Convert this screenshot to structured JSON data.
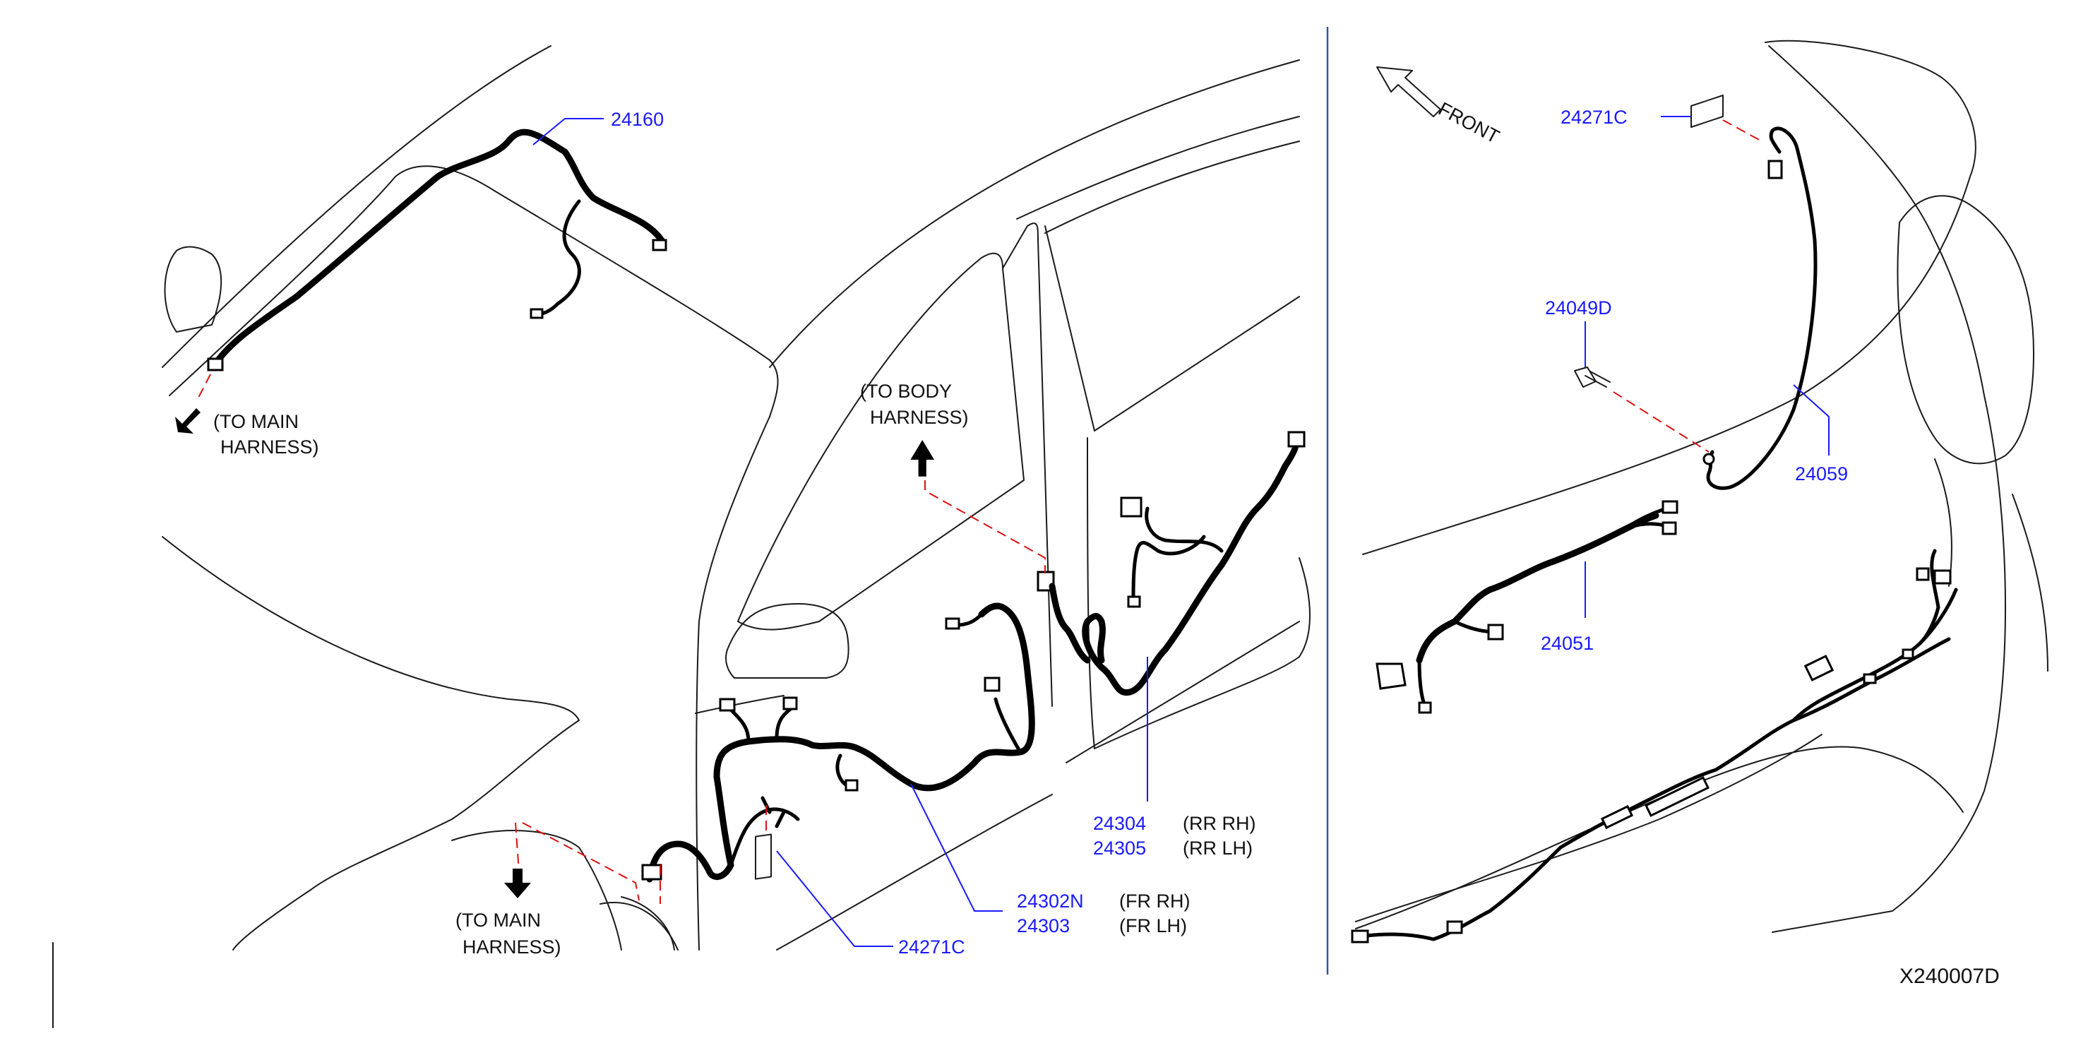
{
  "parts": {
    "p24160": "24160",
    "p24271c_a": "24271C",
    "p24271c_b": "24271C",
    "p24049d": "24049D",
    "p24059": "24059",
    "p24051": "24051",
    "p24304": "24304",
    "p24305": "24305",
    "p24302n": "24302N",
    "p24303": "24303"
  },
  "positions": {
    "rr_rh": "(RR   RH)",
    "rr_lh": "(RR   LH)",
    "fr_rh": "(FR   RH)",
    "fr_lh": "(FR   LH)"
  },
  "notes": {
    "to_main_1a": "(TO   MAIN",
    "to_main_1b": "HARNESS)",
    "to_body_a": "(TO   BODY",
    "to_body_b": "HARNESS)",
    "to_main_2a": "(TO   MAIN",
    "to_main_2b": "HARNESS)",
    "front": "FRONT"
  },
  "diagram_code": "X240007D",
  "colors": {
    "part_number": "#1a1aff",
    "leader": "#1a1aff",
    "dashed_link": "#e01010",
    "harness": "#000000",
    "divider": "#3355aa"
  }
}
